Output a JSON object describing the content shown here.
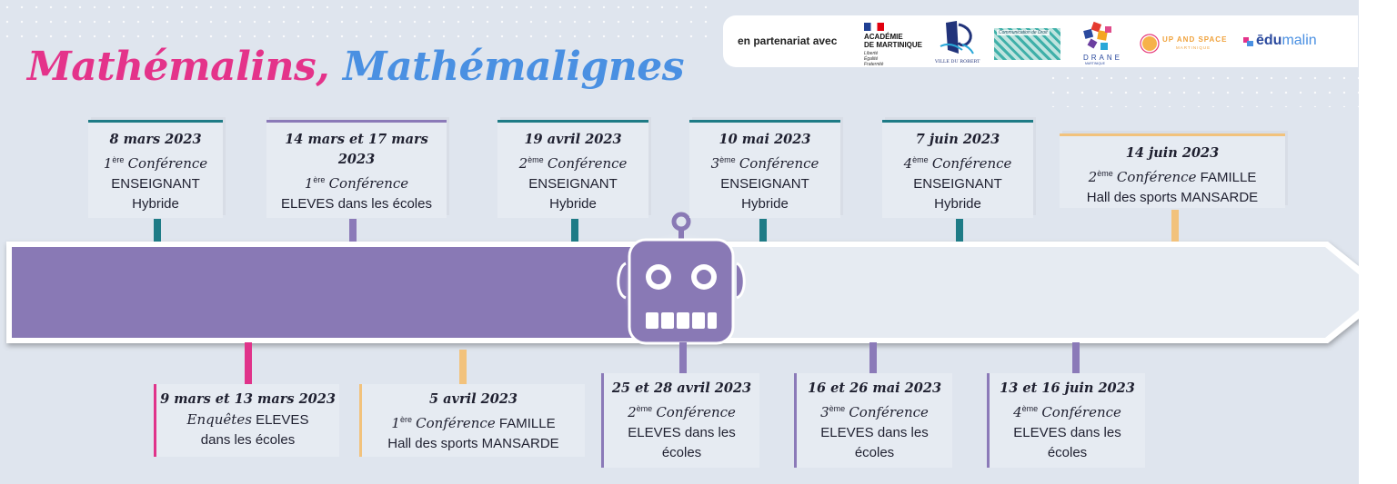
{
  "title": {
    "part1": "Mathémalins",
    "sep": ",",
    "part2": "Mathémalignes"
  },
  "colors": {
    "pink": "#e4338a",
    "blue": "#4a90e2",
    "teal": "#1e7b86",
    "purple": "#8b7ab8",
    "gold": "#f2c27c",
    "background": "#dfe5ee"
  },
  "partners": {
    "label": "en partenariat avec",
    "logos": {
      "academie": {
        "line1": "ACADÉMIE",
        "line2": "DE MARTINIQUE",
        "motto": [
          "Liberté",
          "Égalité",
          "Fraternité"
        ]
      },
      "robert": {
        "caption": "VILLE DU ROBERT"
      },
      "communaute": {
        "caption": "Communication de Droit"
      },
      "drane": {
        "caption": "DRANE",
        "sub": "MARTINIQUE"
      },
      "upspace": {
        "caption": "UP AND SPACE",
        "sub": "MARTINIQUE"
      },
      "edumalin": {
        "part1": "ēdu",
        "part2": "malin"
      }
    }
  },
  "events_top": [
    {
      "date": "8 mars 2023",
      "num": "1",
      "sup": "ère",
      "conf": "Conférence",
      "who": "ENSEIGNANT",
      "mode": "Hybride",
      "color": "teal"
    },
    {
      "date": "14 mars et 17 mars",
      "date2": "2023",
      "num": "1",
      "sup": "ère",
      "conf": "Conférence",
      "who": "ELEVES dans les écoles",
      "color": "purple"
    },
    {
      "date": "19 avril 2023",
      "num": "2",
      "sup": "ème",
      "conf": "Conférence",
      "who": "ENSEIGNANT",
      "mode": "Hybride",
      "color": "teal"
    },
    {
      "date": "10 mai 2023",
      "num": "3",
      "sup": "ème",
      "conf": "Conférence",
      "who": "ENSEIGNANT",
      "mode": "Hybride",
      "color": "teal"
    },
    {
      "date": "7 juin 2023",
      "num": "4",
      "sup": "ème",
      "conf": "Conférence",
      "who": "ENSEIGNANT",
      "mode": "Hybride",
      "color": "teal"
    },
    {
      "date": "14 juin 2023",
      "num": "2",
      "sup": "ème",
      "conf": "Conférence",
      "tail": "FAMILLE",
      "place": "Hall des sports MANSARDE",
      "color": "gold"
    }
  ],
  "events_bottom": [
    {
      "date": "9 mars et 13 mars 2023",
      "a": "Enquêtes",
      "b": "ELEVES",
      "c": "dans les écoles",
      "color": "pink"
    },
    {
      "date": "5 avril 2023",
      "num": "1",
      "sup": "ère",
      "conf": "Conférence",
      "tail": "FAMILLE",
      "place": "Hall des sports MANSARDE",
      "color": "gold"
    },
    {
      "date": "25 et 28 avril 2023",
      "num": "2",
      "sup": "ème",
      "conf": "Conférence",
      "l1": "ELEVES dans les",
      "l2": "écoles",
      "color": "purple"
    },
    {
      "date": "16 et 26 mai 2023",
      "num": "3",
      "sup": "ème",
      "conf": "Conférence",
      "l1": "ELEVES dans les",
      "l2": "écoles",
      "color": "purple"
    },
    {
      "date": "13 et 16 juin 2023",
      "num": "4",
      "sup": "ème",
      "conf": "Conférence",
      "l1": "ELEVES dans les",
      "l2": "écoles",
      "color": "purple"
    }
  ],
  "progress": {
    "current_fraction": 0.49
  }
}
